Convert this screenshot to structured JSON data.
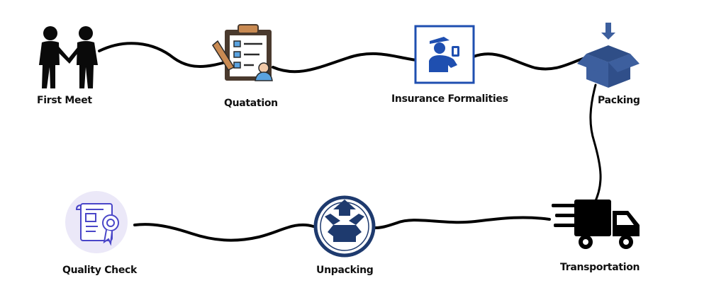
{
  "steps": [
    {
      "id": "first-meet",
      "label": "First Meet",
      "icon": "handshake-people-icon"
    },
    {
      "id": "quatation",
      "label": "Quatation",
      "icon": "clipboard-checklist-icon"
    },
    {
      "id": "insurance",
      "label": "Insurance Formalities",
      "icon": "officer-document-icon"
    },
    {
      "id": "packing",
      "label": "Packing",
      "icon": "box-packing-icon"
    },
    {
      "id": "transportation",
      "label": "Transportation",
      "icon": "delivery-truck-icon"
    },
    {
      "id": "unpacking",
      "label": "Unpacking",
      "icon": "box-unpacking-icon"
    },
    {
      "id": "quality-check",
      "label": "Quality Check",
      "icon": "certificate-icon"
    }
  ],
  "colors": {
    "line": "#000000",
    "navy": "#1e3a6e",
    "blue": "#1f4fb0",
    "packing_blue": "#3d5f9e",
    "clipboard_brown": "#c98a52",
    "certificate_bg": "#ebe8f8",
    "certificate_stroke": "#4a46c8"
  }
}
